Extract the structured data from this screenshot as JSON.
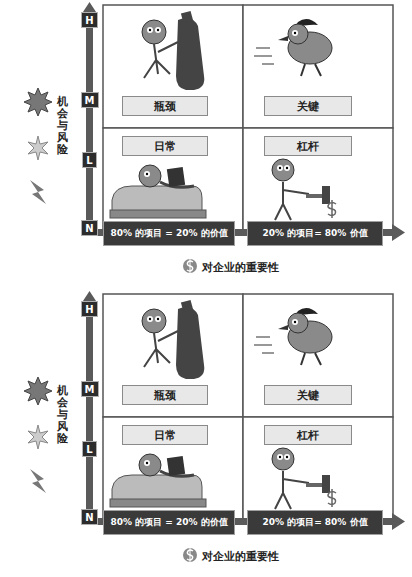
{
  "diagram": {
    "nodes": [
      {
        "text": [
          "H"
        ]
      },
      {
        "text": [
          "M"
        ]
      },
      {
        "text": [
          "L"
        ]
      },
      {
        "text": [
          "N"
        ]
      },
      {
        "text": [
          "瓶颈"
        ]
      },
      {
        "text": [
          "关键"
        ]
      },
      {
        "text": [
          "日常"
        ]
      },
      {
        "text": [
          "杠杆"
        ]
      },
      {
        "text": [
          "80% 的项目 = 20% 的价值"
        ]
      },
      {
        "text": [
          "20% 的项目= 80% 价值"
        ]
      },
      {
        "text": [
          "H"
        ]
      },
      {
        "text": [
          "M"
        ]
      },
      {
        "text": [
          "L"
        ]
      },
      {
        "text": [
          "N"
        ]
      },
      {
        "text": [
          "瓶颈"
        ]
      },
      {
        "text": [
          "关键"
        ]
      },
      {
        "text": [
          "日常"
        ]
      },
      {
        "text": [
          "杠杆"
        ]
      },
      {
        "text": [
          "80% 的项目 = 20% 的价值"
        ]
      },
      {
        "text": [
          "20% 的项目= 80% 价值"
        ]
      }
    ],
    "labels": [
      "机会与风险",
      "对企业的重要性",
      "机会与风险",
      "对企业的重要性"
    ]
  }
}
